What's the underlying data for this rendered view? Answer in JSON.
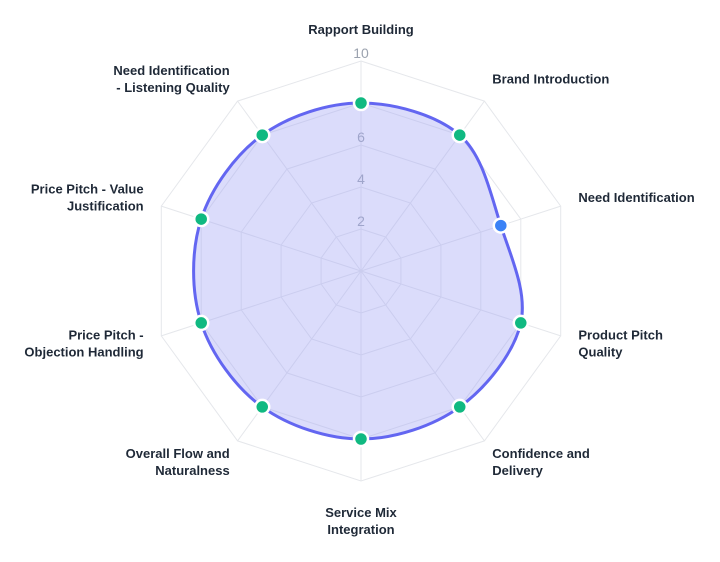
{
  "chart_data": {
    "type": "radar",
    "title": "",
    "scale": {
      "min": 0,
      "max": 10,
      "ticks": [
        2,
        4,
        6,
        10
      ]
    },
    "grid": true,
    "colors": {
      "line": "#6366f1",
      "fill": "#a5a7f5",
      "point": "#10b981",
      "point_highlight": "#3b82f6",
      "grid": "#e5e7eb",
      "tick": "#9ca3af",
      "label": "#1f2937"
    },
    "categories": [
      [
        "Rapport Building"
      ],
      [
        "Brand Introduction"
      ],
      [
        "Need Identification"
      ],
      [
        "Product Pitch",
        "Quality"
      ],
      [
        "Confidence and",
        "Delivery"
      ],
      [
        "Service Mix",
        "Integration"
      ],
      [
        "Overall Flow and",
        "Naturalness"
      ],
      [
        "Price Pitch -",
        "Objection Handling"
      ],
      [
        "Price Pitch - Value",
        "Justification"
      ],
      [
        "Need Identification",
        "- Listening Quality"
      ]
    ],
    "series": [
      {
        "values": [
          8,
          8,
          7,
          8,
          8,
          8,
          8,
          8,
          8,
          8
        ],
        "highlight_index": 2
      }
    ]
  }
}
